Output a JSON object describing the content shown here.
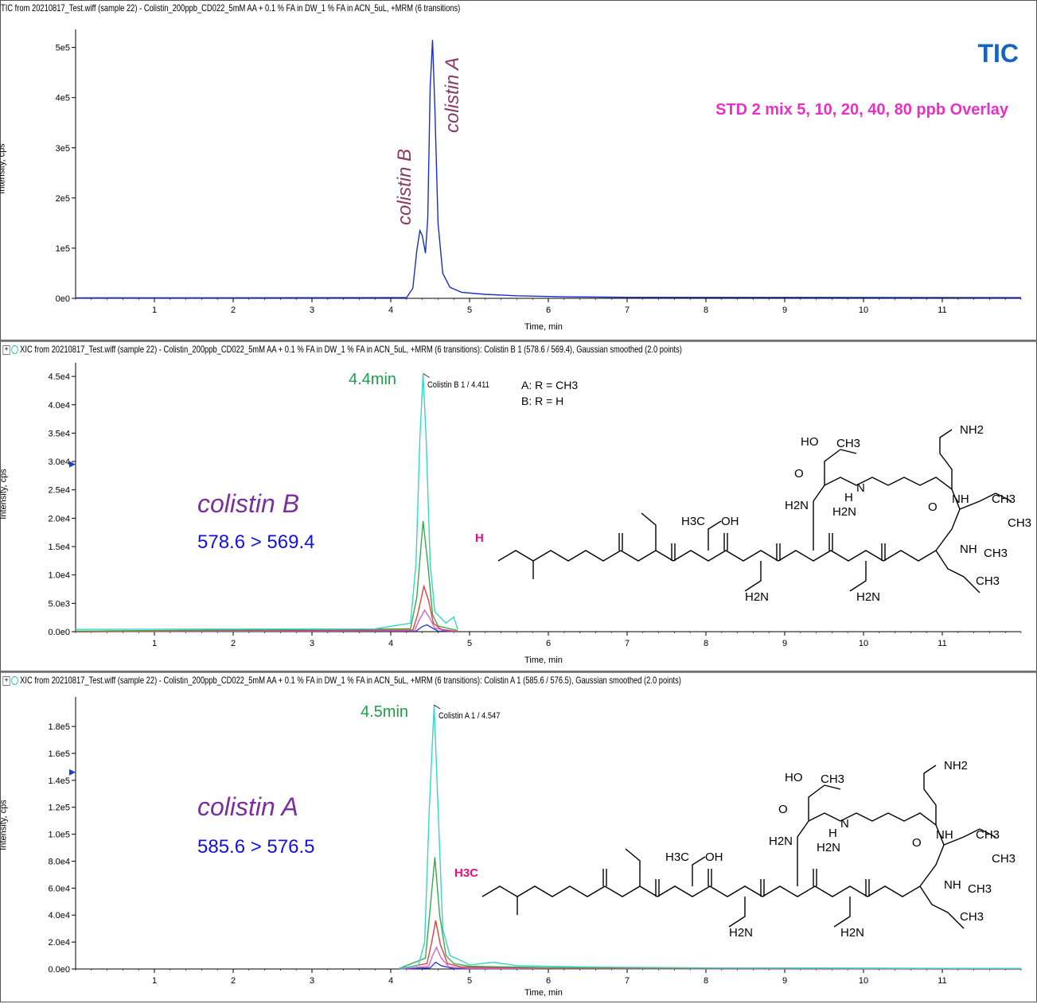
{
  "panels": [
    {
      "title": "TIC from 20210817_Test.wiff (sample 22) - Colistin_200ppb_CD022_5mM AA + 0.1 % FA in DW_1 % FA in ACN_5uL, +MRM (6 transitions)",
      "ylabel": "Intensity, cps",
      "xlabel": "Time, min",
      "label": "TIC",
      "subtitle": "STD 2 mix 5, 10, 20, 40, 80 ppb Overlay",
      "peak_label_a": "colistin A",
      "peak_label_b": "colistin B"
    },
    {
      "title": "XIC from 20210817_Test.wiff (sample 22) - Colistin_200ppb_CD022_5mM AA + 0.1 % FA in DW_1 % FA in ACN_5uL, +MRM (6 transitions): Colistin B 1 (578.6 / 569.4), Gaussian smoothed (2.0 points)",
      "ylabel": "Intensity, cps",
      "xlabel": "Time, min",
      "rt_label": "4.4min",
      "peak_annotation": "Colistin B 1 / 4.411",
      "compound": "colistin B",
      "transition": "578.6 > 569.4",
      "legend_a": "A: R = CH3",
      "legend_b": "B: R = H",
      "r_group": "H"
    },
    {
      "title": "XIC from 20210817_Test.wiff (sample 22) - Colistin_200ppb_CD022_5mM AA + 0.1 % FA in DW_1 % FA in ACN_5uL, +MRM (6 transitions): Colistin A 1 (585.6 / 576.5), Gaussian smoothed (2.0 points)",
      "ylabel": "Intensity, cps",
      "xlabel": "Time, min",
      "rt_label": "4.5min",
      "peak_annotation": "Colistin A 1 / 4.547",
      "compound": "colistin A",
      "transition": "585.6 > 576.5",
      "r_group": "H3C"
    }
  ],
  "structure_labels": [
    "NH2",
    "HO",
    "CH3",
    "O",
    "N",
    "H",
    "NH",
    "CH3",
    "H2N",
    "H2N",
    "O",
    "NH",
    "CH3",
    "H3C",
    "OH",
    "CH3",
    "H2N",
    "H2N",
    "CH3"
  ],
  "colors": {
    "tic": "#1a2ec4",
    "cyan": "#34d6c9",
    "green": "#3aa84a",
    "red": "#e04040",
    "pink": "#e060c0",
    "blue": "#2b3cd1",
    "rt_label": "#1f9e4a",
    "compound": "#7a2f9c",
    "transition": "#1212e0",
    "peak_name": "#8b3a63",
    "tic_label": "#1565c0",
    "subtitle": "#e830c8",
    "r_group": "#e0117f"
  },
  "chart_data": [
    {
      "type": "line",
      "x_ticks": [
        1,
        2,
        3,
        4,
        5,
        6,
        7,
        8,
        9,
        10,
        11
      ],
      "xlim": [
        0,
        12
      ],
      "y_ticks": [
        "0e0",
        "1e5",
        "2e5",
        "3e5",
        "4e5",
        "5e5"
      ],
      "ylim": [
        0,
        520000
      ],
      "series": [
        {
          "points": [
            [
              0.0,
              1000
            ],
            [
              4.2,
              1500
            ],
            [
              4.28,
              20000
            ],
            [
              4.33,
              95000
            ],
            [
              4.37,
              135000
            ],
            [
              4.4,
              125000
            ],
            [
              4.44,
              90000
            ],
            [
              4.47,
              160000
            ],
            [
              4.5,
              420000
            ],
            [
              4.53,
              515000
            ],
            [
              4.56,
              380000
            ],
            [
              4.6,
              150000
            ],
            [
              4.66,
              50000
            ],
            [
              4.75,
              22000
            ],
            [
              4.9,
              12000
            ],
            [
              5.2,
              8000
            ],
            [
              5.6,
              5000
            ],
            [
              6.2,
              3000
            ],
            [
              7,
              2000
            ],
            [
              12,
              1500
            ]
          ]
        }
      ]
    },
    {
      "type": "line",
      "x_ticks": [
        1,
        2,
        3,
        4,
        5,
        6,
        7,
        8,
        9,
        10,
        11
      ],
      "xlim": [
        0,
        12
      ],
      "y_ticks": [
        "0.0e0",
        "5.0e3",
        "1.0e4",
        "1.5e4",
        "2.0e4",
        "2.5e4",
        "3.0e4",
        "3.5e4",
        "4.0e4",
        "4.5e4"
      ],
      "ylim": [
        0,
        46000
      ],
      "series": [
        {
          "color": "cyan",
          "points": [
            [
              0,
              400
            ],
            [
              3.8,
              500
            ],
            [
              4.25,
              1500
            ],
            [
              4.32,
              12000
            ],
            [
              4.37,
              34000
            ],
            [
              4.41,
              45500
            ],
            [
              4.45,
              34000
            ],
            [
              4.5,
              12000
            ],
            [
              4.56,
              3500
            ],
            [
              4.7,
              1500
            ],
            [
              4.8,
              2600
            ],
            [
              4.85,
              400
            ]
          ]
        },
        {
          "color": "green",
          "points": [
            [
              0,
              100
            ],
            [
              4.25,
              500
            ],
            [
              4.33,
              6000
            ],
            [
              4.41,
              19500
            ],
            [
              4.47,
              12000
            ],
            [
              4.53,
              3000
            ],
            [
              4.6,
              1000
            ],
            [
              4.85,
              200
            ]
          ]
        },
        {
          "color": "red",
          "points": [
            [
              0,
              0
            ],
            [
              4.28,
              300
            ],
            [
              4.34,
              3000
            ],
            [
              4.42,
              8000
            ],
            [
              4.48,
              5500
            ],
            [
              4.54,
              1500
            ],
            [
              4.65,
              300
            ],
            [
              4.85,
              0
            ]
          ]
        },
        {
          "color": "pink",
          "points": [
            [
              0,
              0
            ],
            [
              4.3,
              200
            ],
            [
              4.36,
              2000
            ],
            [
              4.43,
              3800
            ],
            [
              4.49,
              2500
            ],
            [
              4.56,
              600
            ],
            [
              4.85,
              0
            ]
          ]
        },
        {
          "color": "blue",
          "points": [
            [
              0,
              0
            ],
            [
              4.32,
              100
            ],
            [
              4.4,
              900
            ],
            [
              4.46,
              1200
            ],
            [
              4.52,
              700
            ],
            [
              4.6,
              100
            ],
            [
              4.85,
              0
            ]
          ]
        }
      ]
    },
    {
      "type": "line",
      "x_ticks": [
        1,
        2,
        3,
        4,
        5,
        6,
        7,
        8,
        9,
        10,
        11
      ],
      "xlim": [
        0,
        12
      ],
      "y_ticks": [
        "0.0e0",
        "2.0e4",
        "4.0e4",
        "6.0e4",
        "8.0e4",
        "1.0e5",
        "1.2e5",
        "1.4e5",
        "1.6e5",
        "1.8e5"
      ],
      "ylim": [
        0,
        196000
      ],
      "series": [
        {
          "color": "cyan",
          "points": [
            [
              4.1,
              500
            ],
            [
              4.35,
              2500
            ],
            [
              4.43,
              20000
            ],
            [
              4.49,
              120000
            ],
            [
              4.55,
              196000
            ],
            [
              4.6,
              120000
            ],
            [
              4.66,
              30000
            ],
            [
              4.75,
              10000
            ],
            [
              4.9,
              6000
            ],
            [
              5.0,
              3000
            ],
            [
              5.3,
              5000
            ],
            [
              5.6,
              2500
            ],
            [
              6.5,
              1500
            ],
            [
              8,
              800
            ],
            [
              11,
              500
            ],
            [
              12,
              400
            ]
          ]
        },
        {
          "color": "green",
          "points": [
            [
              4.1,
              300
            ],
            [
              4.44,
              8000
            ],
            [
              4.5,
              45000
            ],
            [
              4.56,
              83000
            ],
            [
              4.62,
              40000
            ],
            [
              4.7,
              10000
            ],
            [
              4.8,
              4000
            ],
            [
              5.0,
              2000
            ],
            [
              6,
              1000
            ],
            [
              12,
              300
            ]
          ]
        },
        {
          "color": "red",
          "points": [
            [
              4.1,
              100
            ],
            [
              4.46,
              4000
            ],
            [
              4.52,
              20000
            ],
            [
              4.57,
              36000
            ],
            [
              4.63,
              18000
            ],
            [
              4.72,
              4000
            ],
            [
              4.9,
              1500
            ],
            [
              6,
              500
            ],
            [
              12,
              100
            ]
          ]
        },
        {
          "color": "pink",
          "points": [
            [
              4.1,
              0
            ],
            [
              4.48,
              2000
            ],
            [
              4.53,
              10000
            ],
            [
              4.58,
              16000
            ],
            [
              4.64,
              8000
            ],
            [
              4.74,
              1500
            ],
            [
              5.0,
              500
            ],
            [
              12,
              0
            ]
          ]
        },
        {
          "color": "blue",
          "points": [
            [
              4.1,
              0
            ],
            [
              4.5,
              800
            ],
            [
              4.57,
              5000
            ],
            [
              4.64,
              2500
            ],
            [
              4.8,
              300
            ],
            [
              5.0,
              200
            ],
            [
              12,
              0
            ]
          ]
        }
      ]
    }
  ]
}
